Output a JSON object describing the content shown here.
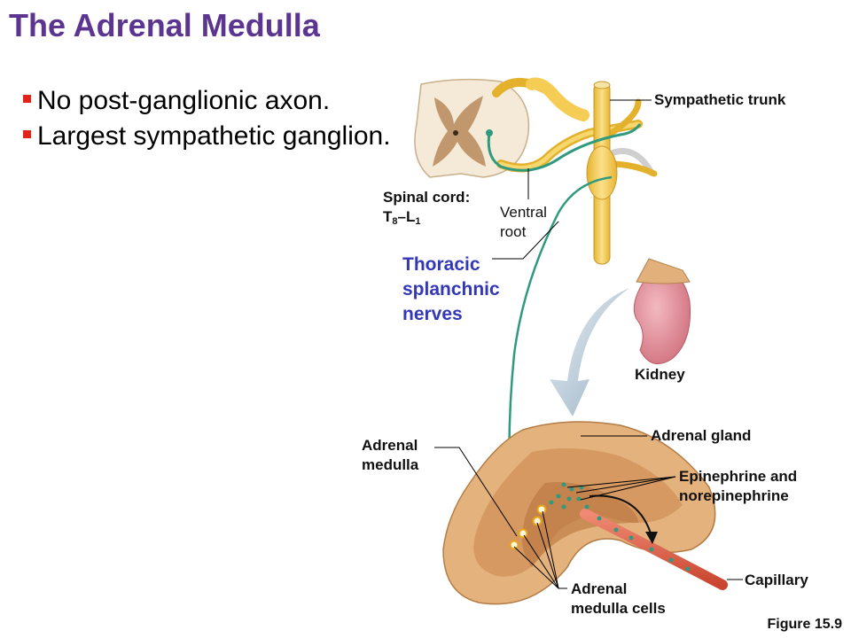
{
  "title": "The Adrenal Medulla",
  "bullets": [
    "No post-ganglionic axon.",
    "Largest sympathetic ganglion."
  ],
  "labels": {
    "sympathetic_trunk": "Sympathetic trunk",
    "spinal_cord": "Spinal cord:",
    "spinal_level_t": "T",
    "spinal_level_t_sub": "8",
    "spinal_level_dash": "–L",
    "spinal_level_l_sub": "1",
    "ventral_root_1": "Ventral",
    "ventral_root_2": "root",
    "thoracic_1": "Thoracic",
    "thoracic_2": "splanchnic",
    "thoracic_3": "nerves",
    "kidney": "Kidney",
    "adrenal_gland": "Adrenal gland",
    "adrenal_medulla_1": "Adrenal",
    "adrenal_medulla_2": "medulla",
    "epinephrine_1": "Epinephrine and",
    "epinephrine_2": "norepinephrine",
    "capillary": "Capillary",
    "medulla_cells_1": "Adrenal",
    "medulla_cells_2": "medulla cells"
  },
  "figure_label": "Figure 15.9",
  "colors": {
    "title": "#5b3590",
    "bullet_marker": "#e2231a",
    "nerve_line": "#2f9a7e",
    "nerve_yellow": "#f2c94c",
    "blue_label": "#3338b8"
  }
}
